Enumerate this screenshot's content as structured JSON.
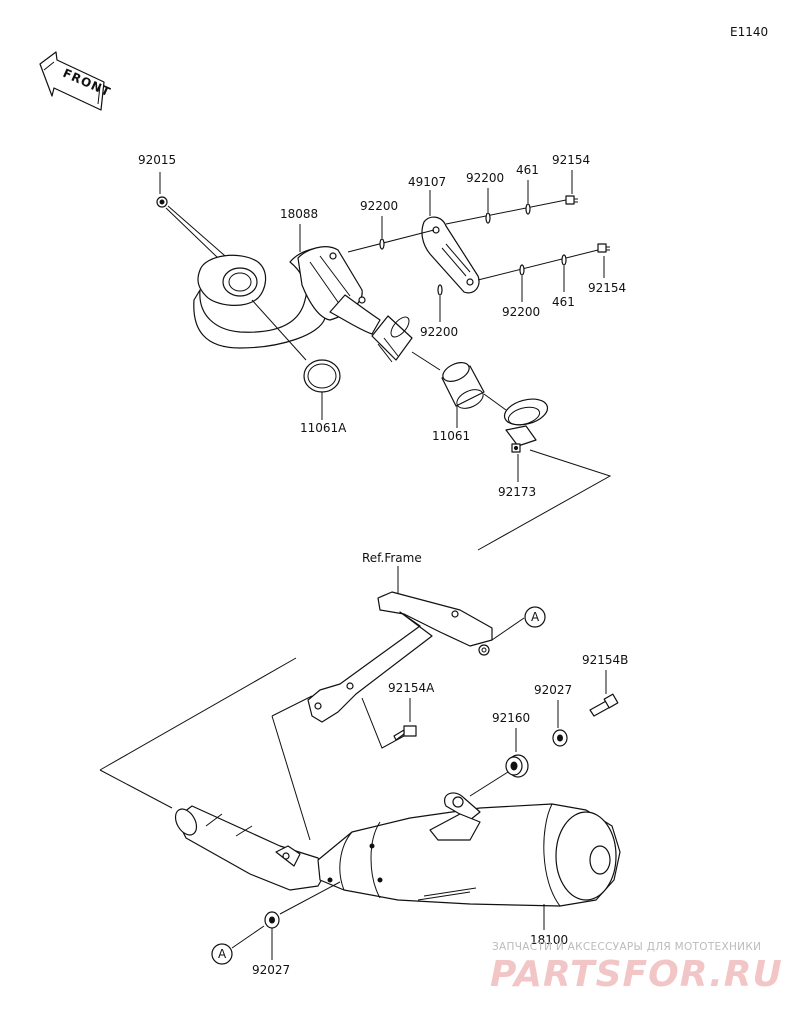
{
  "diagram_code": "E1140",
  "front_label": "FRONT",
  "ref_frame_label": "Ref.Frame",
  "ref_marker": "A",
  "callouts": {
    "p92015": "92015",
    "p18088": "18088",
    "p11061A": "11061A",
    "p11061": "11061",
    "p92173": "92173",
    "p49107": "49107",
    "p92200_a": "92200",
    "p92200_b": "92200",
    "p92200_c": "92200",
    "p92200_d": "92200",
    "p461_a": "461",
    "p461_b": "461",
    "p92154_a": "92154",
    "p92154_b": "92154",
    "p92154A": "92154A",
    "p92154B": "92154B",
    "p92027_a": "92027",
    "p92027_b": "92027",
    "p92160": "92160",
    "p18100": "18100"
  },
  "watermark": {
    "tagline": "ЗАПЧАСТИ И АКСЕССУАРЫ ДЛЯ МОТОТЕХНИКИ",
    "brand": "PARTSFOR.RU"
  }
}
